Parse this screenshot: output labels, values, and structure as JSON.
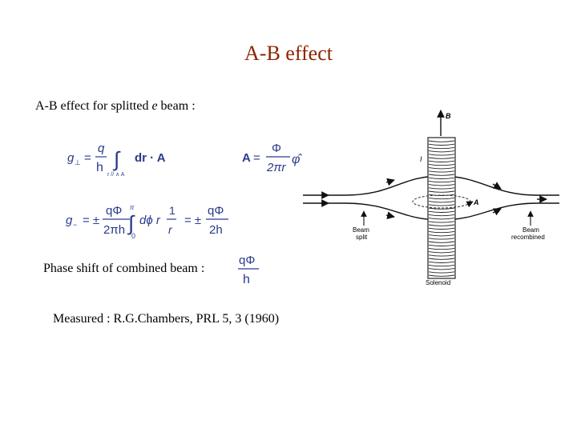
{
  "slide": {
    "title": "A-B effect",
    "subtitle_prefix": "A-B effect for splitted ",
    "subtitle_var": "e",
    "subtitle_suffix": " beam :",
    "phase_shift_label": "Phase shift of combined beam :",
    "measured_text": "Measured : R.G.Chambers, PRL 5, 3 (1960)"
  },
  "equations": {
    "eq1": {
      "lhs": "g",
      "lhs_sub": "⊥",
      "eq": "=",
      "num": "q",
      "den": "h",
      "int": "∫",
      "int_sub": "r // ∧ A",
      "integrand": "dr · A"
    },
    "eq2": {
      "lhs": "A",
      "eq": "=",
      "num": "Φ",
      "den": "2πr",
      "phi_hat": "φ̂"
    },
    "eq3": {
      "lhs": "g",
      "lhs_sub": "−",
      "pm1": "= ±",
      "num1": "qΦ",
      "den1": "2πh",
      "int": "∫",
      "int_top": "π",
      "int_bot": "0",
      "dphi_r": "dϕ r",
      "num2": "1",
      "den2": "r",
      "pm2": "= ±",
      "num3": "qΦ",
      "den3": "2h"
    },
    "eq4": {
      "num": "qΦ",
      "den": "h"
    }
  },
  "diagram": {
    "label_B": "B",
    "label_I": "I",
    "label_A": "A",
    "label_split_1": "Beam",
    "label_split_2": "split",
    "label_recombined_1": "Beam",
    "label_recombined_2": "recombined",
    "label_solenoid": "Solenoid"
  }
}
